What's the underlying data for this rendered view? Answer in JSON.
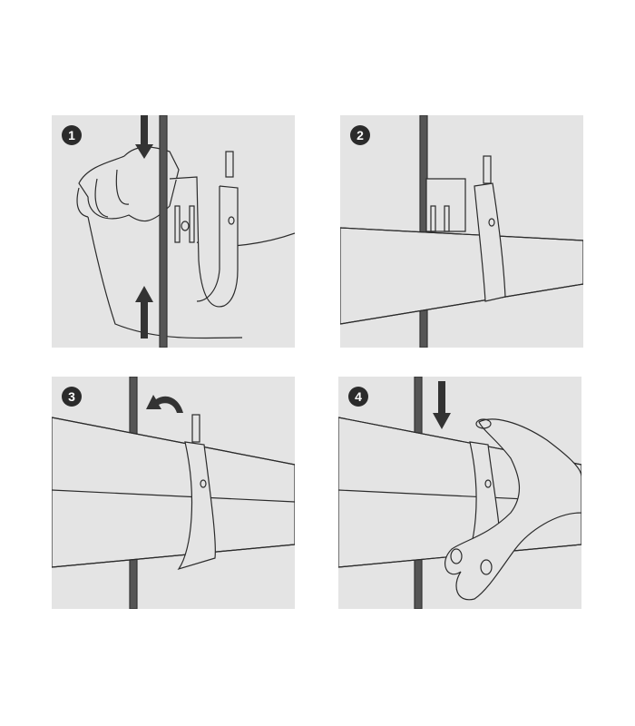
{
  "steps": [
    {
      "number": "1"
    },
    {
      "number": "2"
    },
    {
      "number": "3"
    },
    {
      "number": "4"
    }
  ],
  "colors": {
    "panel_bg": "#e4e4e4",
    "line": "#2b2b2b",
    "rod": "#555555"
  }
}
